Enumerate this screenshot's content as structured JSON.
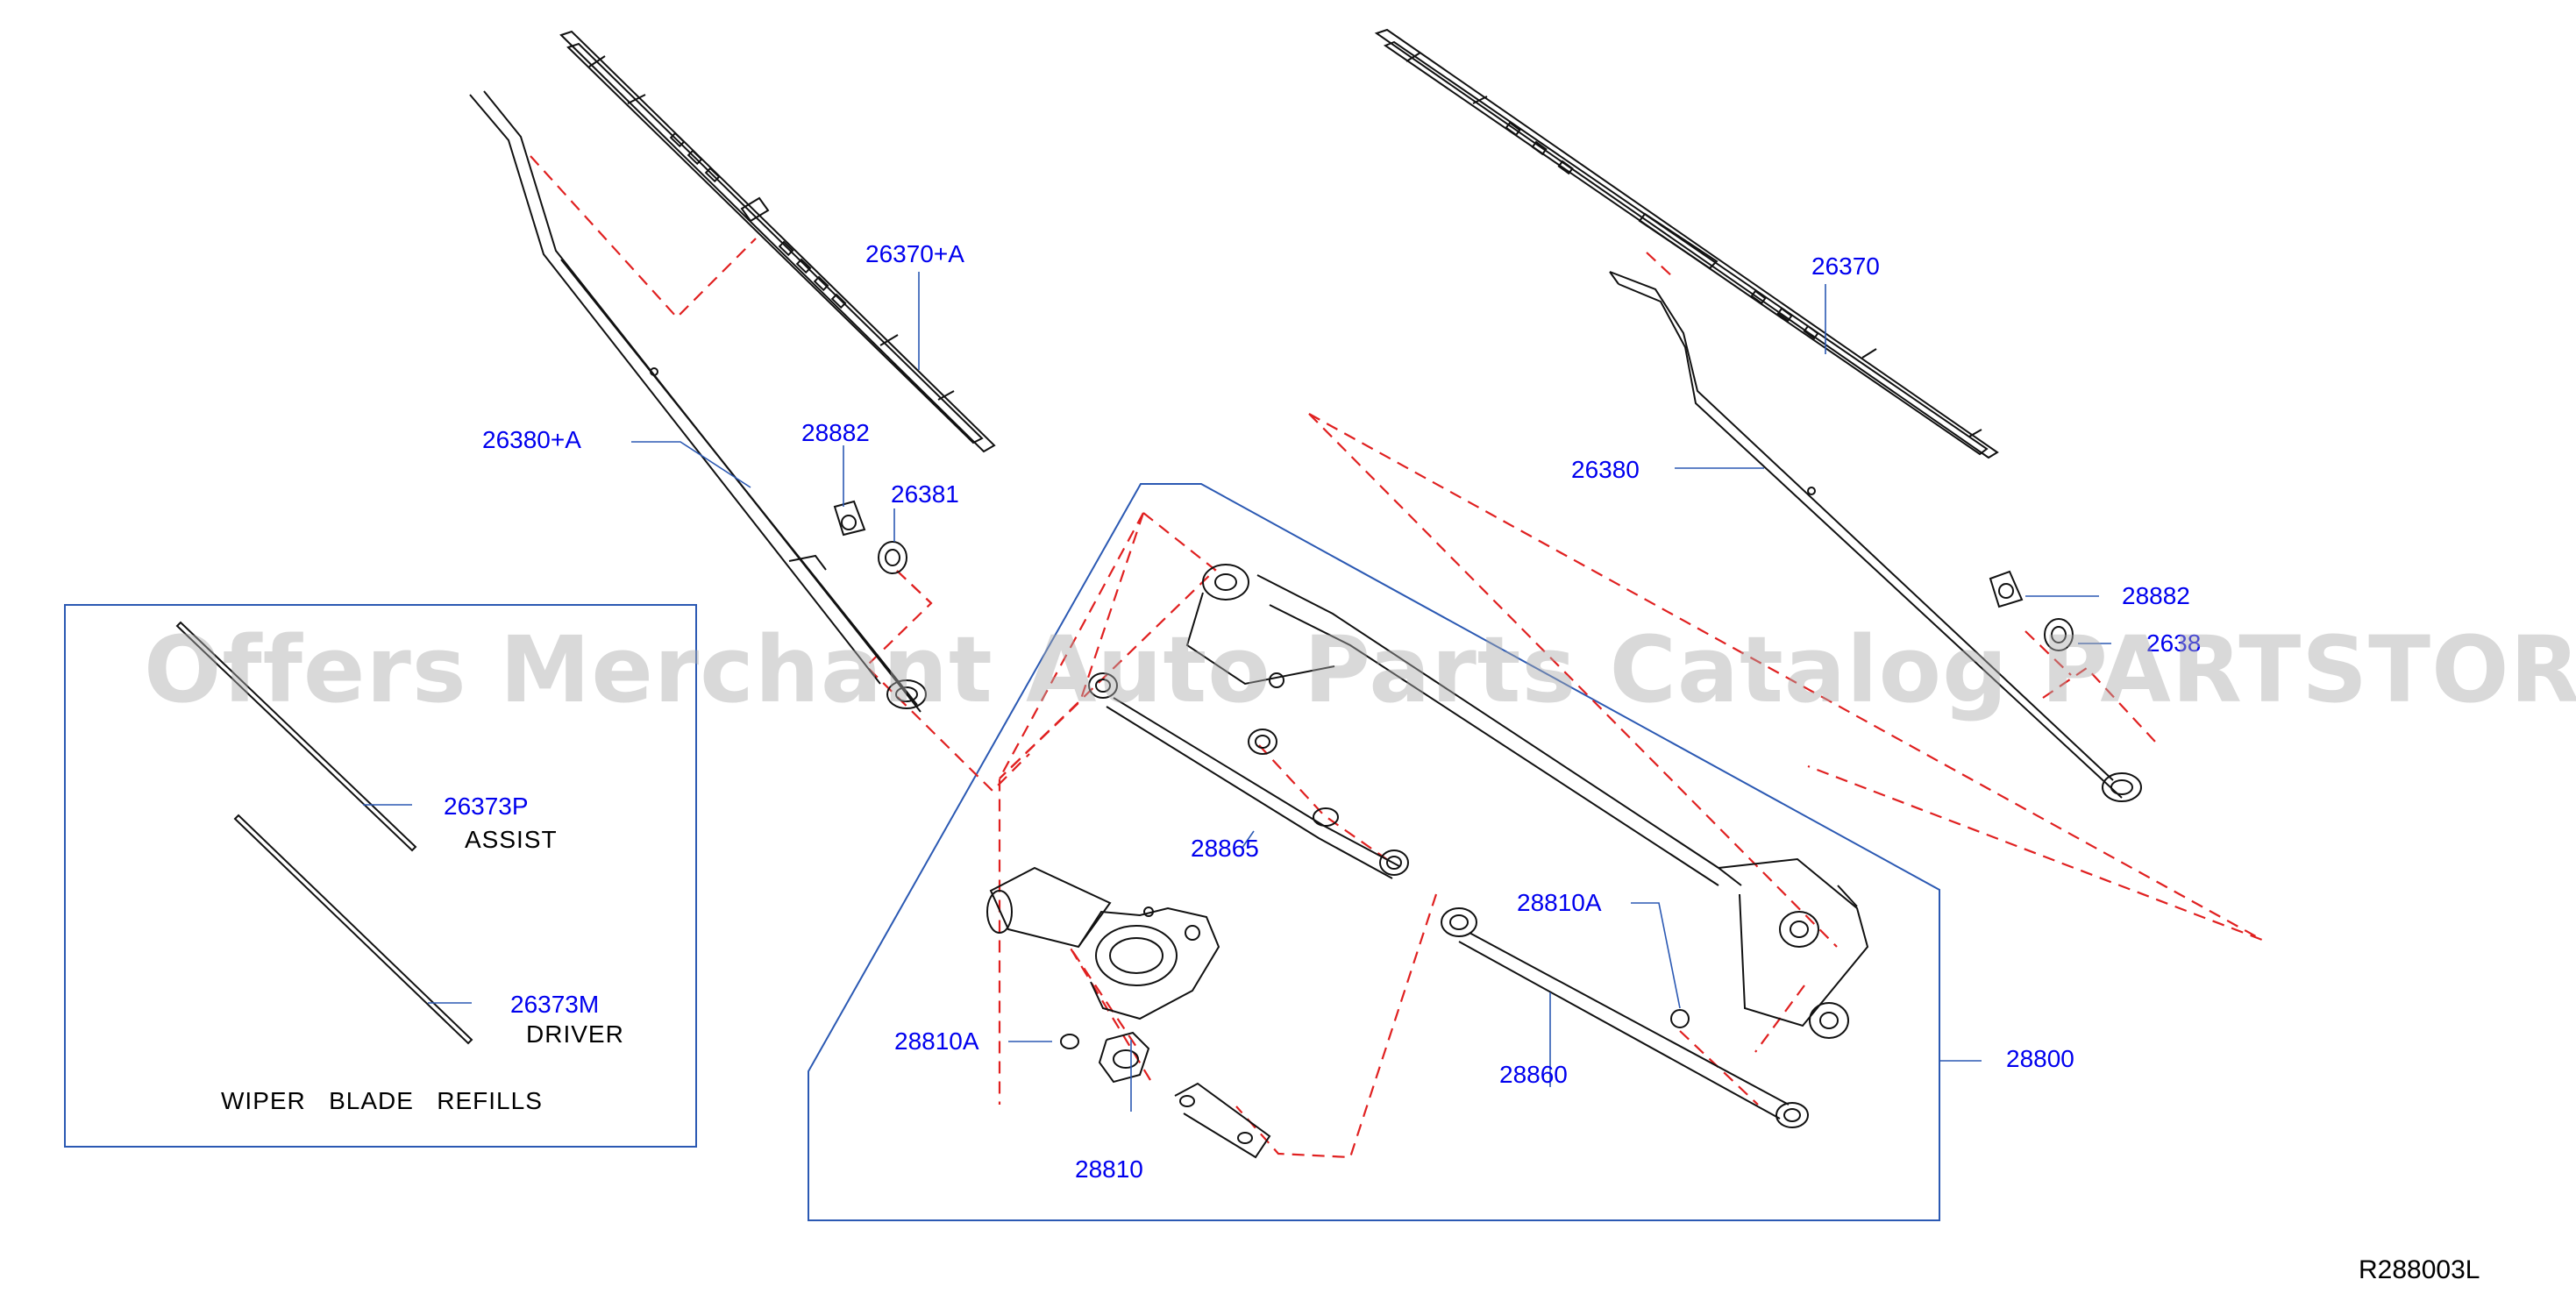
{
  "labels": {
    "p26370A": "26370+A",
    "p26380A": "26380+A",
    "p28882_left": "28882",
    "p26381_left": "26381",
    "p26370": "26370",
    "p26380": "26380",
    "p28882_right": "28882",
    "p26381_right": "2638",
    "p28865": "28865",
    "p28810A_top": "28810A",
    "p28810A_bottom": "28810A",
    "p28860": "28860",
    "p28800": "28800",
    "p28810": "28810",
    "p26373P": "26373P",
    "assist": "ASSIST",
    "p26373M": "26373M",
    "driver": "DRIVER",
    "refills": "WIPER   BLADE   REFILLS"
  },
  "diagram_code": "R288003L",
  "watermark": "Offers Merchant Auto Parts Catalog PARTSTORE.SA",
  "colors": {
    "label_blue": "#0000ee",
    "leader_blue": "#2b59b3",
    "dash_red": "#e02020",
    "line": "#111111"
  }
}
